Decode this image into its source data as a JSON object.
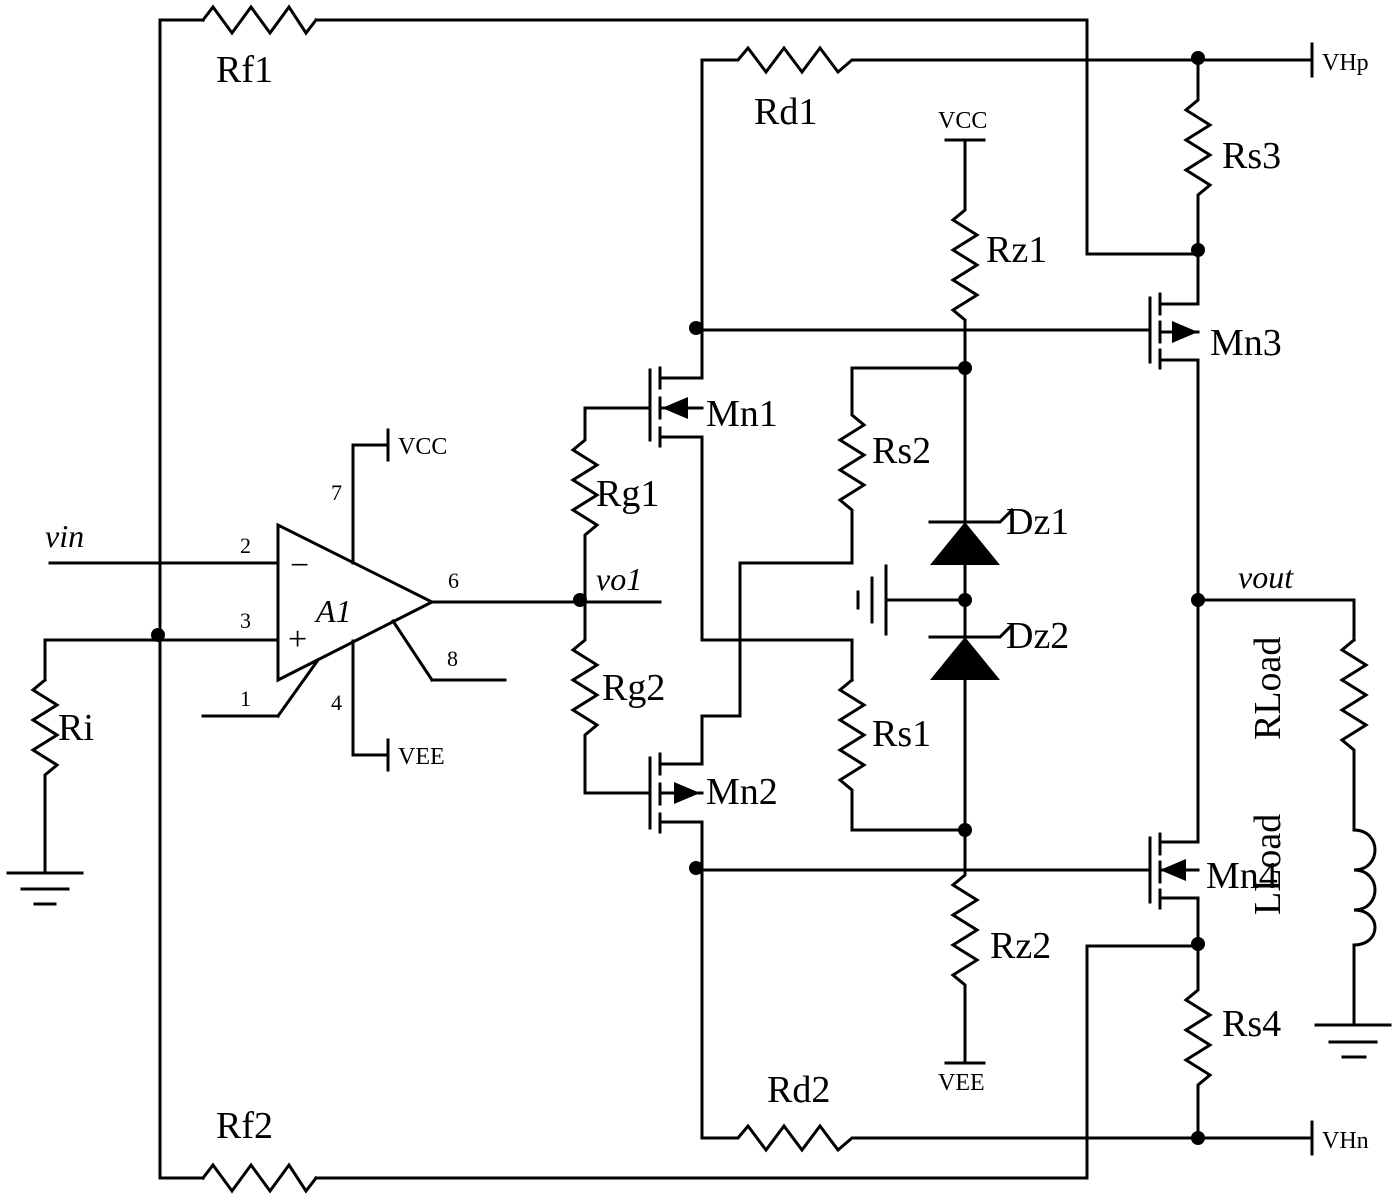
{
  "labels": {
    "rf1": "Rf1",
    "rf2": "Rf2",
    "rd1": "Rd1",
    "rd2": "Rd2",
    "rs1": "Rs1",
    "rs2": "Rs2",
    "rs3": "Rs3",
    "rs4": "Rs4",
    "rg1": "Rg1",
    "rg2": "Rg2",
    "rz1": "Rz1",
    "rz2": "Rz2",
    "ri": "Ri",
    "rload": "RLoad",
    "lload": "LLoad",
    "mn1": "Mn1",
    "mn2": "Mn2",
    "mn3": "Mn3",
    "mn4": "Mn4",
    "dz1": "Dz1",
    "dz2": "Dz2",
    "a1": "A1"
  },
  "nets": {
    "vin": "vin",
    "vo1": "vo1",
    "vout": "vout",
    "vcc_amp": "VCC",
    "vee_amp": "VEE",
    "vcc_top": "VCC",
    "vee_bottom": "VEE",
    "vhp": "VHp",
    "vhn": "VHn"
  },
  "pins": {
    "p1": "1",
    "p2": "2",
    "p3": "3",
    "p4": "4",
    "p6": "6",
    "p7": "7",
    "p8": "8"
  },
  "opamp_symbols": {
    "minus": "−",
    "plus": "+"
  }
}
